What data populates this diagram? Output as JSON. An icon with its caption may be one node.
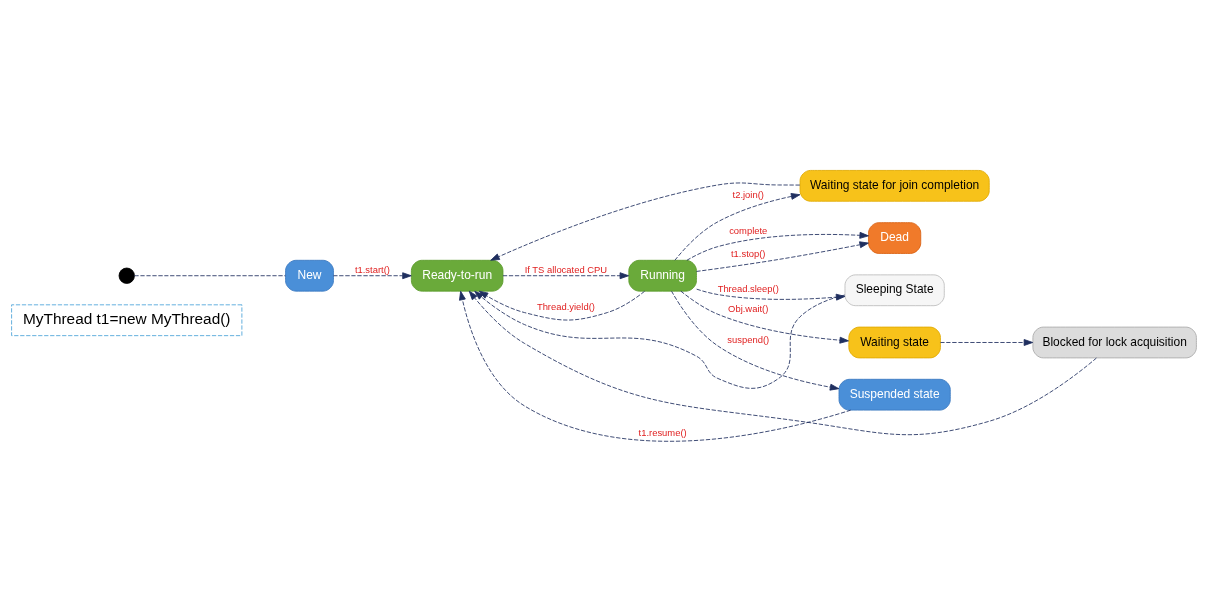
{
  "diagram": {
    "nodes": [
      {
        "text": [
          "MyThread t1=new MyThread()"
        ]
      },
      {
        "text": [
          "Waiting state for join completion"
        ]
      },
      {
        "text": [],
        "shape": "circle"
      },
      {
        "text": [
          "New"
        ]
      },
      {
        "text": [
          "Ready-to-run"
        ]
      },
      {
        "text": [
          "Running"
        ]
      },
      {
        "text": [
          "Dead"
        ]
      },
      {
        "text": [
          "Sleeping State"
        ]
      },
      {
        "text": [
          "Blocked for lock acquisition"
        ]
      },
      {
        "text": [
          "Waiting state"
        ]
      },
      {
        "text": [
          "Suspended state"
        ]
      }
    ],
    "edges": [
      {
        "from": 2,
        "to": 3,
        "arrow": "none"
      },
      {
        "from": 3,
        "to": 4,
        "arrow": "to",
        "label": "t1.start()"
      },
      {
        "from": 1,
        "to": 4,
        "arrow": "to"
      },
      {
        "from": 5,
        "to": 1,
        "arrow": "to",
        "label": "t2.join()"
      },
      {
        "from": 5,
        "to": 4,
        "arrow": "to",
        "label": "Thread.yield()"
      },
      {
        "from": 4,
        "to": 5,
        "arrow": "to",
        "label": "If TS allocated CPU"
      },
      {
        "from": 5,
        "to": 6,
        "arrow": "to",
        "label": "complete"
      },
      {
        "from": 5,
        "to": 6,
        "arrow": "to",
        "label": "t1.stop()"
      },
      {
        "from": 5,
        "to": 7,
        "arrow": "to",
        "label": "Thread.sleep()"
      },
      {
        "from": 7,
        "to": 4,
        "arrow": "to"
      },
      {
        "from": 5,
        "to": 9,
        "arrow": "to",
        "label": "Obj.wait()"
      },
      {
        "from": 9,
        "to": 8,
        "arrow": "to"
      },
      {
        "from": 8,
        "to": 4,
        "arrow": "to"
      },
      {
        "from": 5,
        "to": 10,
        "arrow": "to",
        "label": "suspend()"
      },
      {
        "from": 10,
        "to": 4,
        "arrow": "to",
        "label": "t1.resume()"
      }
    ]
  }
}
